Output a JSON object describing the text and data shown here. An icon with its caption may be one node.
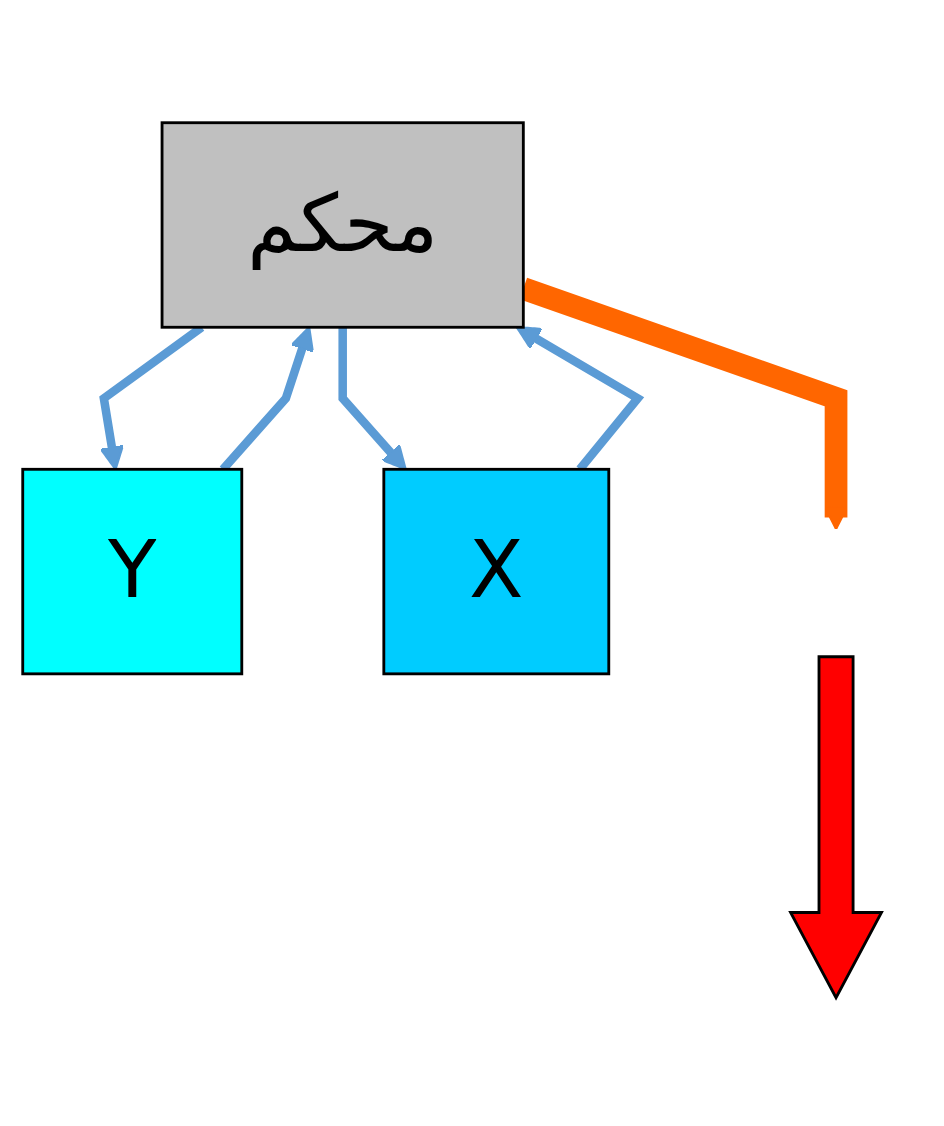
{
  "diagram": {
    "nodes": [
      {
        "text": [
          "محكم"
        ]
      },
      {
        "text": [
          "Y"
        ]
      },
      {
        "text": [
          "X"
        ]
      }
    ],
    "edges": [
      {
        "from": 1,
        "to": 0,
        "arrow": "to"
      },
      {
        "from": 0,
        "to": 1,
        "arrow": "to"
      },
      {
        "from": 0,
        "to": 2,
        "arrow": "to"
      },
      {
        "from": 2,
        "to": 0,
        "arrow": "to"
      },
      {
        "from": 0,
        "to": null,
        "arrow": "to",
        "style": "thick",
        "color": "#ff6600"
      }
    ]
  }
}
